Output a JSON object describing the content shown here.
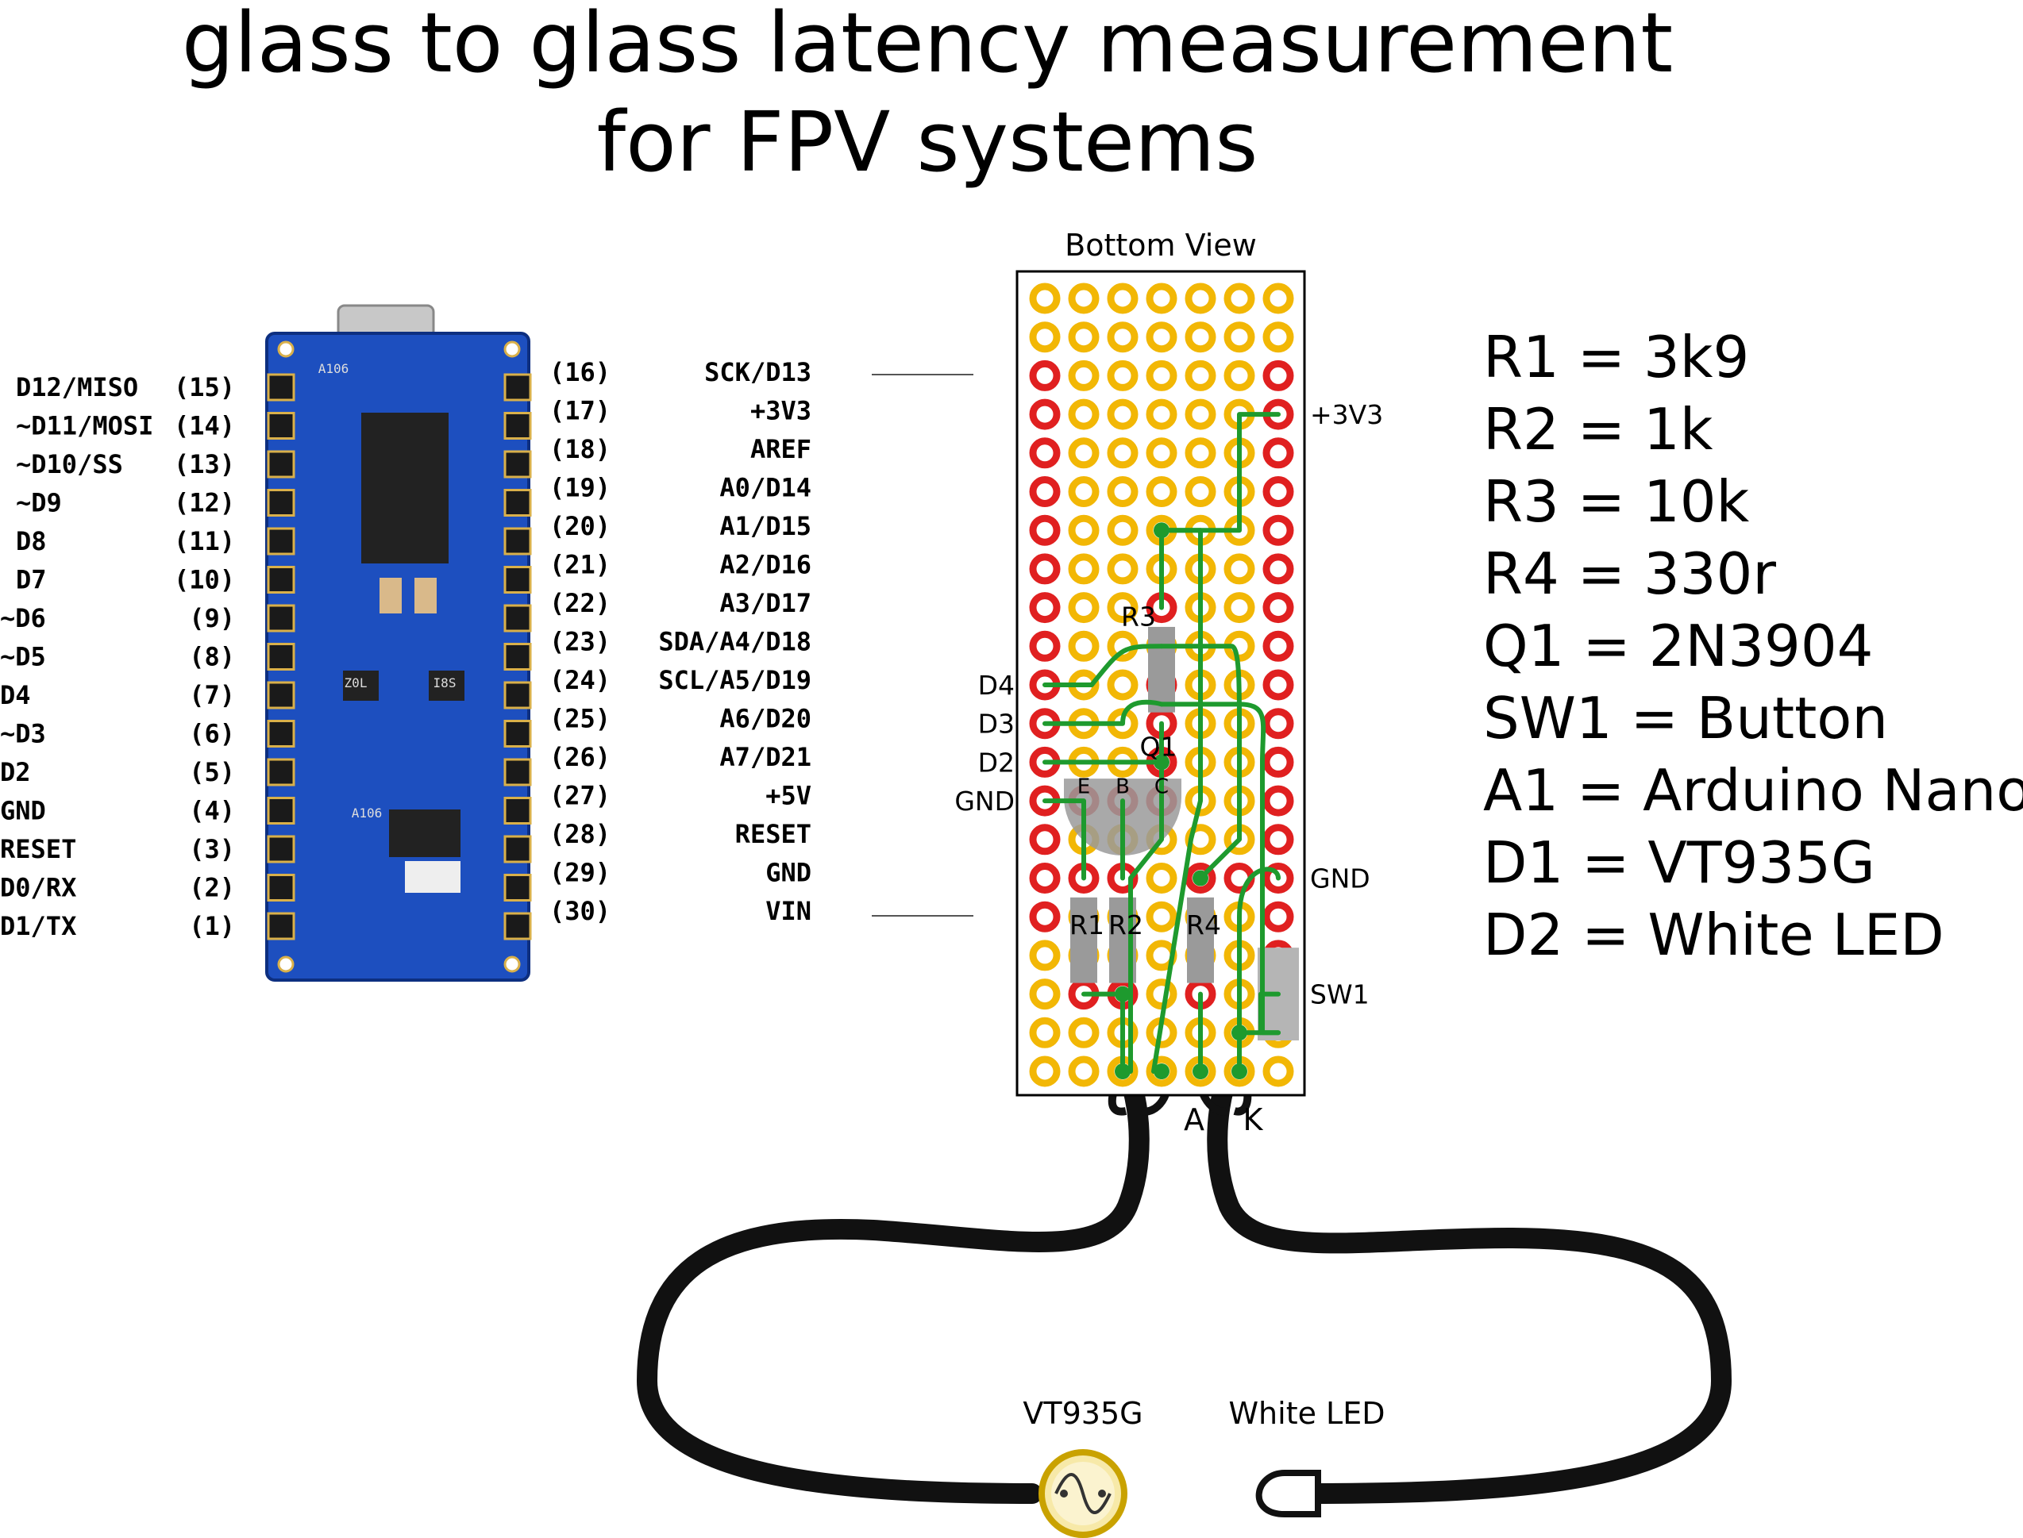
{
  "title": {
    "line1": "glass to glass latency measurement",
    "line2": "for FPV systems"
  },
  "colors": {
    "board_blue": "#1d4fbf",
    "pad_orange": "#f2b705",
    "pad_red": "#e02020",
    "trace_green": "#1e9a2e",
    "cable_black": "#111111",
    "component_grey": "#9a9a9a"
  },
  "nano": {
    "left_pins": [
      {
        "name": "D12/MISO",
        "num": "(15)"
      },
      {
        "name": "~D11/MOSI",
        "num": "(14)"
      },
      {
        "name": "~D10/SS",
        "num": "(13)"
      },
      {
        "name": "~D9",
        "num": "(12)"
      },
      {
        "name": "D8",
        "num": "(11)"
      },
      {
        "name": "D7",
        "num": "(10)"
      },
      {
        "name": "~D6",
        "num": "(9)"
      },
      {
        "name": "~D5",
        "num": "(8)"
      },
      {
        "name": "D4",
        "num": "(7)"
      },
      {
        "name": "~D3",
        "num": "(6)"
      },
      {
        "name": "D2",
        "num": "(5)"
      },
      {
        "name": "GND",
        "num": "(4)"
      },
      {
        "name": "RESET",
        "num": "(3)"
      },
      {
        "name": "D0/RX",
        "num": "(2)"
      },
      {
        "name": "D1/TX",
        "num": "(1)"
      }
    ],
    "right_pins": [
      {
        "num": "(16)",
        "name": "SCK/D13"
      },
      {
        "num": "(17)",
        "name": "+3V3"
      },
      {
        "num": "(18)",
        "name": "AREF"
      },
      {
        "num": "(19)",
        "name": "A0/D14"
      },
      {
        "num": "(20)",
        "name": "A1/D15"
      },
      {
        "num": "(21)",
        "name": "A2/D16"
      },
      {
        "num": "(22)",
        "name": "A3/D17"
      },
      {
        "num": "(23)",
        "name": "SDA/A4/D18"
      },
      {
        "num": "(24)",
        "name": "SCL/A5/D19"
      },
      {
        "num": "(25)",
        "name": "A6/D20"
      },
      {
        "num": "(26)",
        "name": "A7/D21"
      },
      {
        "num": "(27)",
        "name": "+5V"
      },
      {
        "num": "(28)",
        "name": "RESET"
      },
      {
        "num": "(29)",
        "name": "GND"
      },
      {
        "num": "(30)",
        "name": "VIN"
      }
    ],
    "chip_labels": [
      "A106",
      "Z0L",
      "I8S",
      "A106"
    ]
  },
  "board": {
    "heading": "Bottom View",
    "rows": 21,
    "cols": 7,
    "left_labels": [
      {
        "text": "D4",
        "row": 10
      },
      {
        "text": "D3",
        "row": 11
      },
      {
        "text": "D2",
        "row": 12
      },
      {
        "text": "GND",
        "row": 13
      }
    ],
    "right_labels": [
      {
        "text": "+3V3",
        "row": 3
      },
      {
        "text": "GND",
        "row": 15
      },
      {
        "text": "SW1",
        "row": 18
      }
    ],
    "component_labels": [
      "R3",
      "Q1",
      "R1",
      "R2",
      "R4"
    ],
    "transistor_pins": [
      "E",
      "B",
      "C"
    ],
    "led_terminals": [
      "A",
      "K"
    ]
  },
  "parts": [
    {
      "ref": "R1",
      "value": "3k9"
    },
    {
      "ref": "R2",
      "value": "1k"
    },
    {
      "ref": "R3",
      "value": "10k"
    },
    {
      "ref": "R4",
      "value": "330r"
    },
    {
      "ref": "Q1",
      "value": "2N3904"
    },
    {
      "ref": "SW1",
      "value": "Button"
    },
    {
      "ref": "A1",
      "value": "Arduino Nano"
    },
    {
      "ref": "D1",
      "value": "VT935G"
    },
    {
      "ref": "D2",
      "value": "White LED"
    }
  ],
  "sensors": {
    "photo": "VT935G",
    "led": "White LED"
  }
}
